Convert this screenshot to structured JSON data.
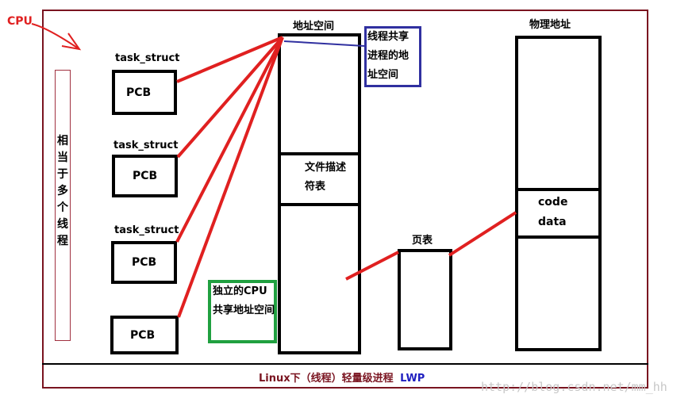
{
  "cpu_label": "CPU",
  "vertical_note": "相当于多个线程",
  "pcb_blocks": [
    {
      "title": "task_struct",
      "label": "PCB"
    },
    {
      "title": "task_struct",
      "label": "PCB"
    },
    {
      "title": "task_struct",
      "label": "PCB"
    },
    {
      "title": "",
      "label": "PCB"
    }
  ],
  "address_space": {
    "title": "地址空间",
    "fd_table": "文件描述符表"
  },
  "shared_note": "线程共享进程的地址空间",
  "independent_note": "独立的CPU共享地址空间",
  "page_table": {
    "title": "页表"
  },
  "physical": {
    "title": "物理地址",
    "code": "code",
    "data": "data"
  },
  "footer": {
    "text": "Linux下（线程）轻量级进程",
    "lwp": "LWP"
  },
  "watermark": "http://blog.csdn.net/mm_hh",
  "colors": {
    "frame": "#7a1420",
    "red": "#e02020",
    "blue": "#3030a0",
    "green": "#20a040",
    "footer_blue": "#2020c0"
  }
}
